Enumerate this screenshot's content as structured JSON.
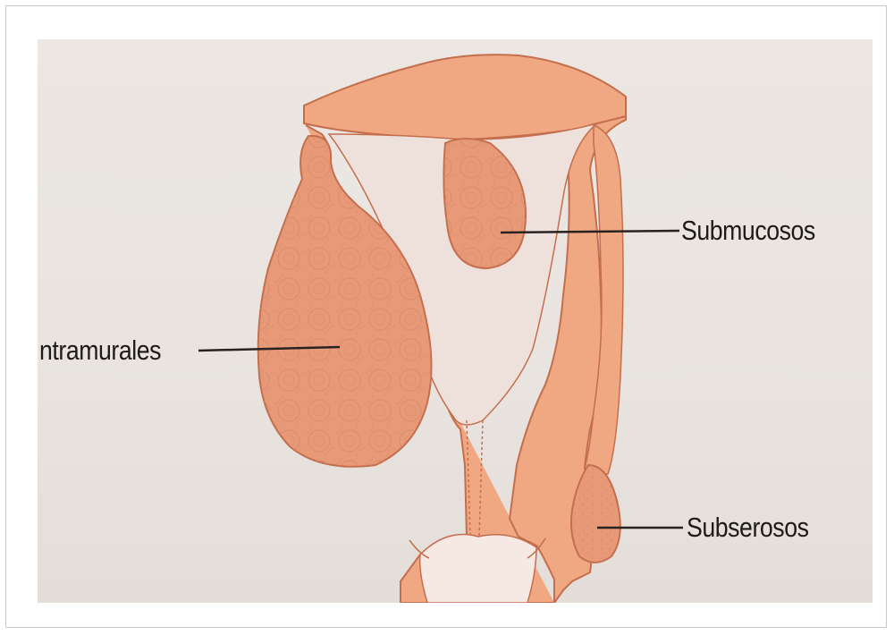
{
  "labels": {
    "submucosos": "Submucosos",
    "intramurales": "ntramurales",
    "subserosos": "Subserosos"
  },
  "colors": {
    "tissue": "#f0a882",
    "tissue_edge": "#c46e4e",
    "cavity": "#eee1dc",
    "fibroid": "#e89a78",
    "background": "#ebe5e1"
  }
}
